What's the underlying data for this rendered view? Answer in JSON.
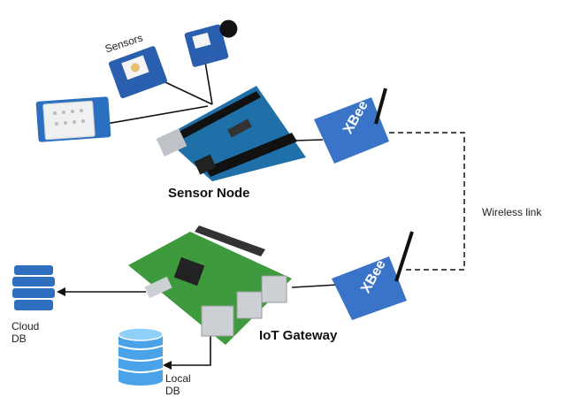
{
  "labels": {
    "sensors": "Sensors",
    "sensor_node": "Sensor Node",
    "wireless_link": "Wireless link",
    "iot_gateway": "IoT Gateway",
    "cloud_db": [
      "Cloud",
      "DB"
    ],
    "local_db": [
      "Local",
      "DB"
    ]
  },
  "module_logo": "XBee",
  "colors": {
    "arduino": "#1f6fa8",
    "grove": "#2a5fb0",
    "xbee": "#3a74c8",
    "rpi": "#3d9a3d",
    "cloud_db": "#2e6fbf",
    "local_db": "#4aa3e8"
  }
}
